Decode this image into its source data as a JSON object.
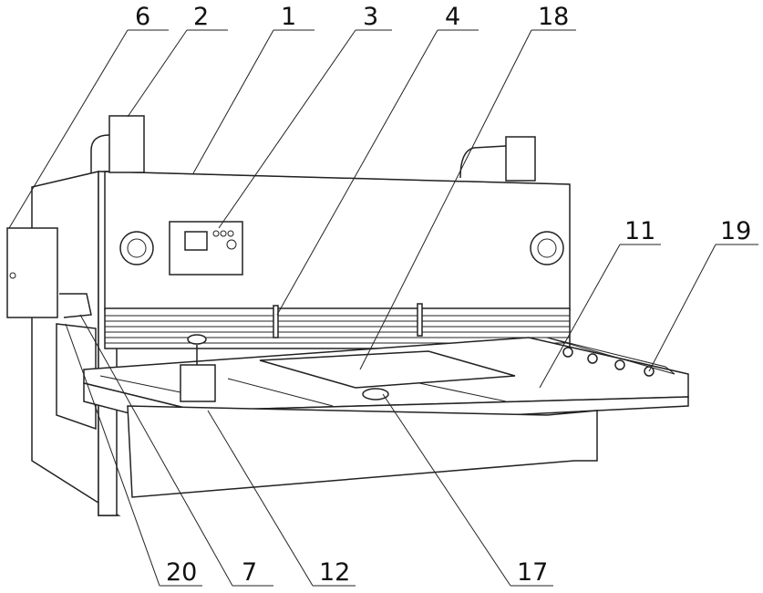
{
  "figure": {
    "labels": [
      {
        "id": "6",
        "text": "6"
      },
      {
        "id": "2",
        "text": "2"
      },
      {
        "id": "1",
        "text": "1"
      },
      {
        "id": "3",
        "text": "3"
      },
      {
        "id": "4",
        "text": "4"
      },
      {
        "id": "18",
        "text": "18"
      },
      {
        "id": "11",
        "text": "11"
      },
      {
        "id": "19",
        "text": "19"
      },
      {
        "id": "20",
        "text": "20"
      },
      {
        "id": "7",
        "text": "7"
      },
      {
        "id": "12",
        "text": "12"
      },
      {
        "id": "17",
        "text": "17"
      }
    ]
  }
}
